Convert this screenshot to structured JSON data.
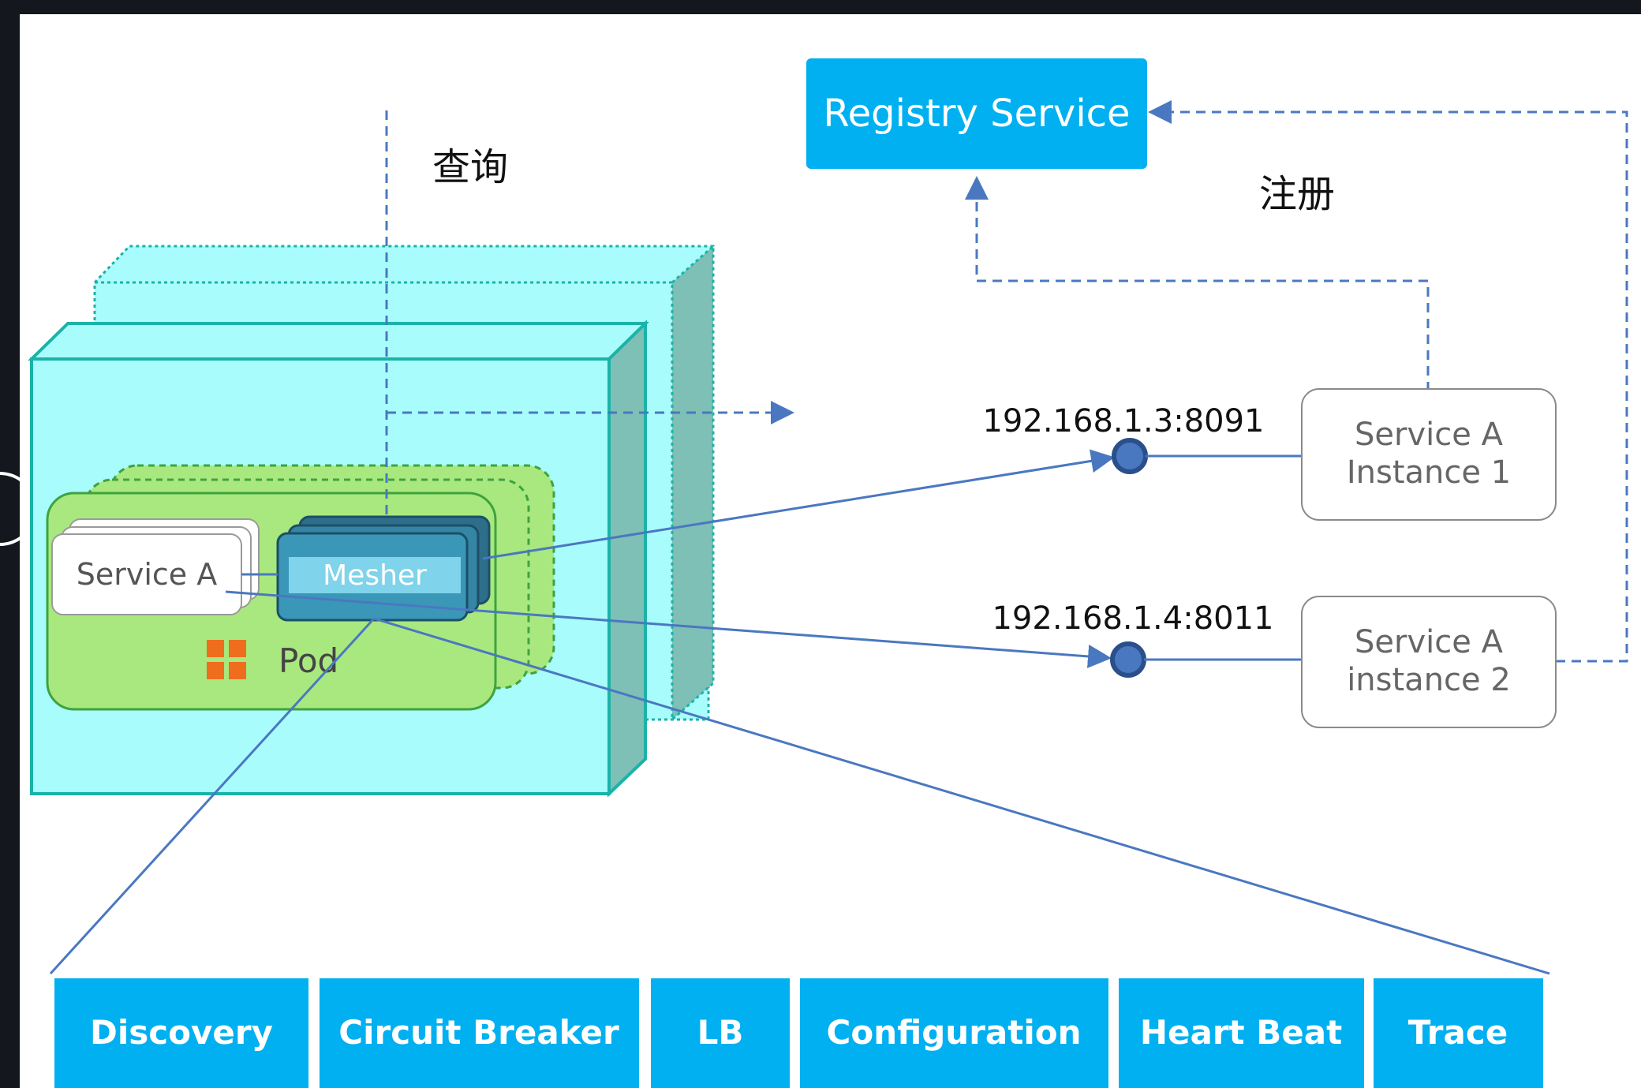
{
  "registry": {
    "label": "Registry Service"
  },
  "labels": {
    "query": "查询",
    "register": "注册"
  },
  "service_a": {
    "label": "Service A"
  },
  "mesher": {
    "label": "Mesher"
  },
  "pod": {
    "label": "Pod"
  },
  "endpoints": [
    {
      "address": "192.168.1.3:8091"
    },
    {
      "address": "192.168.1.4:8011"
    }
  ],
  "instances": [
    {
      "line1": "Service A",
      "line2": "Instance 1"
    },
    {
      "line1": "Service A",
      "line2": "instance 2"
    }
  ],
  "features": [
    "Discovery",
    "Circuit Breaker",
    "LB",
    "Configuration",
    "Heart Beat",
    "Trace"
  ],
  "colors": {
    "background": "#14171d",
    "canvas": "#ffffff",
    "accent_blue": "#00b0f0",
    "arrow_blue": "#4a78c0",
    "node_cyan": "#a9fcfc",
    "node_edge": "#1ab3a8",
    "pod_green": "#a9e87e",
    "mesher_blue": "#3a97b8",
    "pod_icon_orange": "#ee6e1e"
  },
  "icons": {
    "pod": "pod-grid-icon"
  }
}
